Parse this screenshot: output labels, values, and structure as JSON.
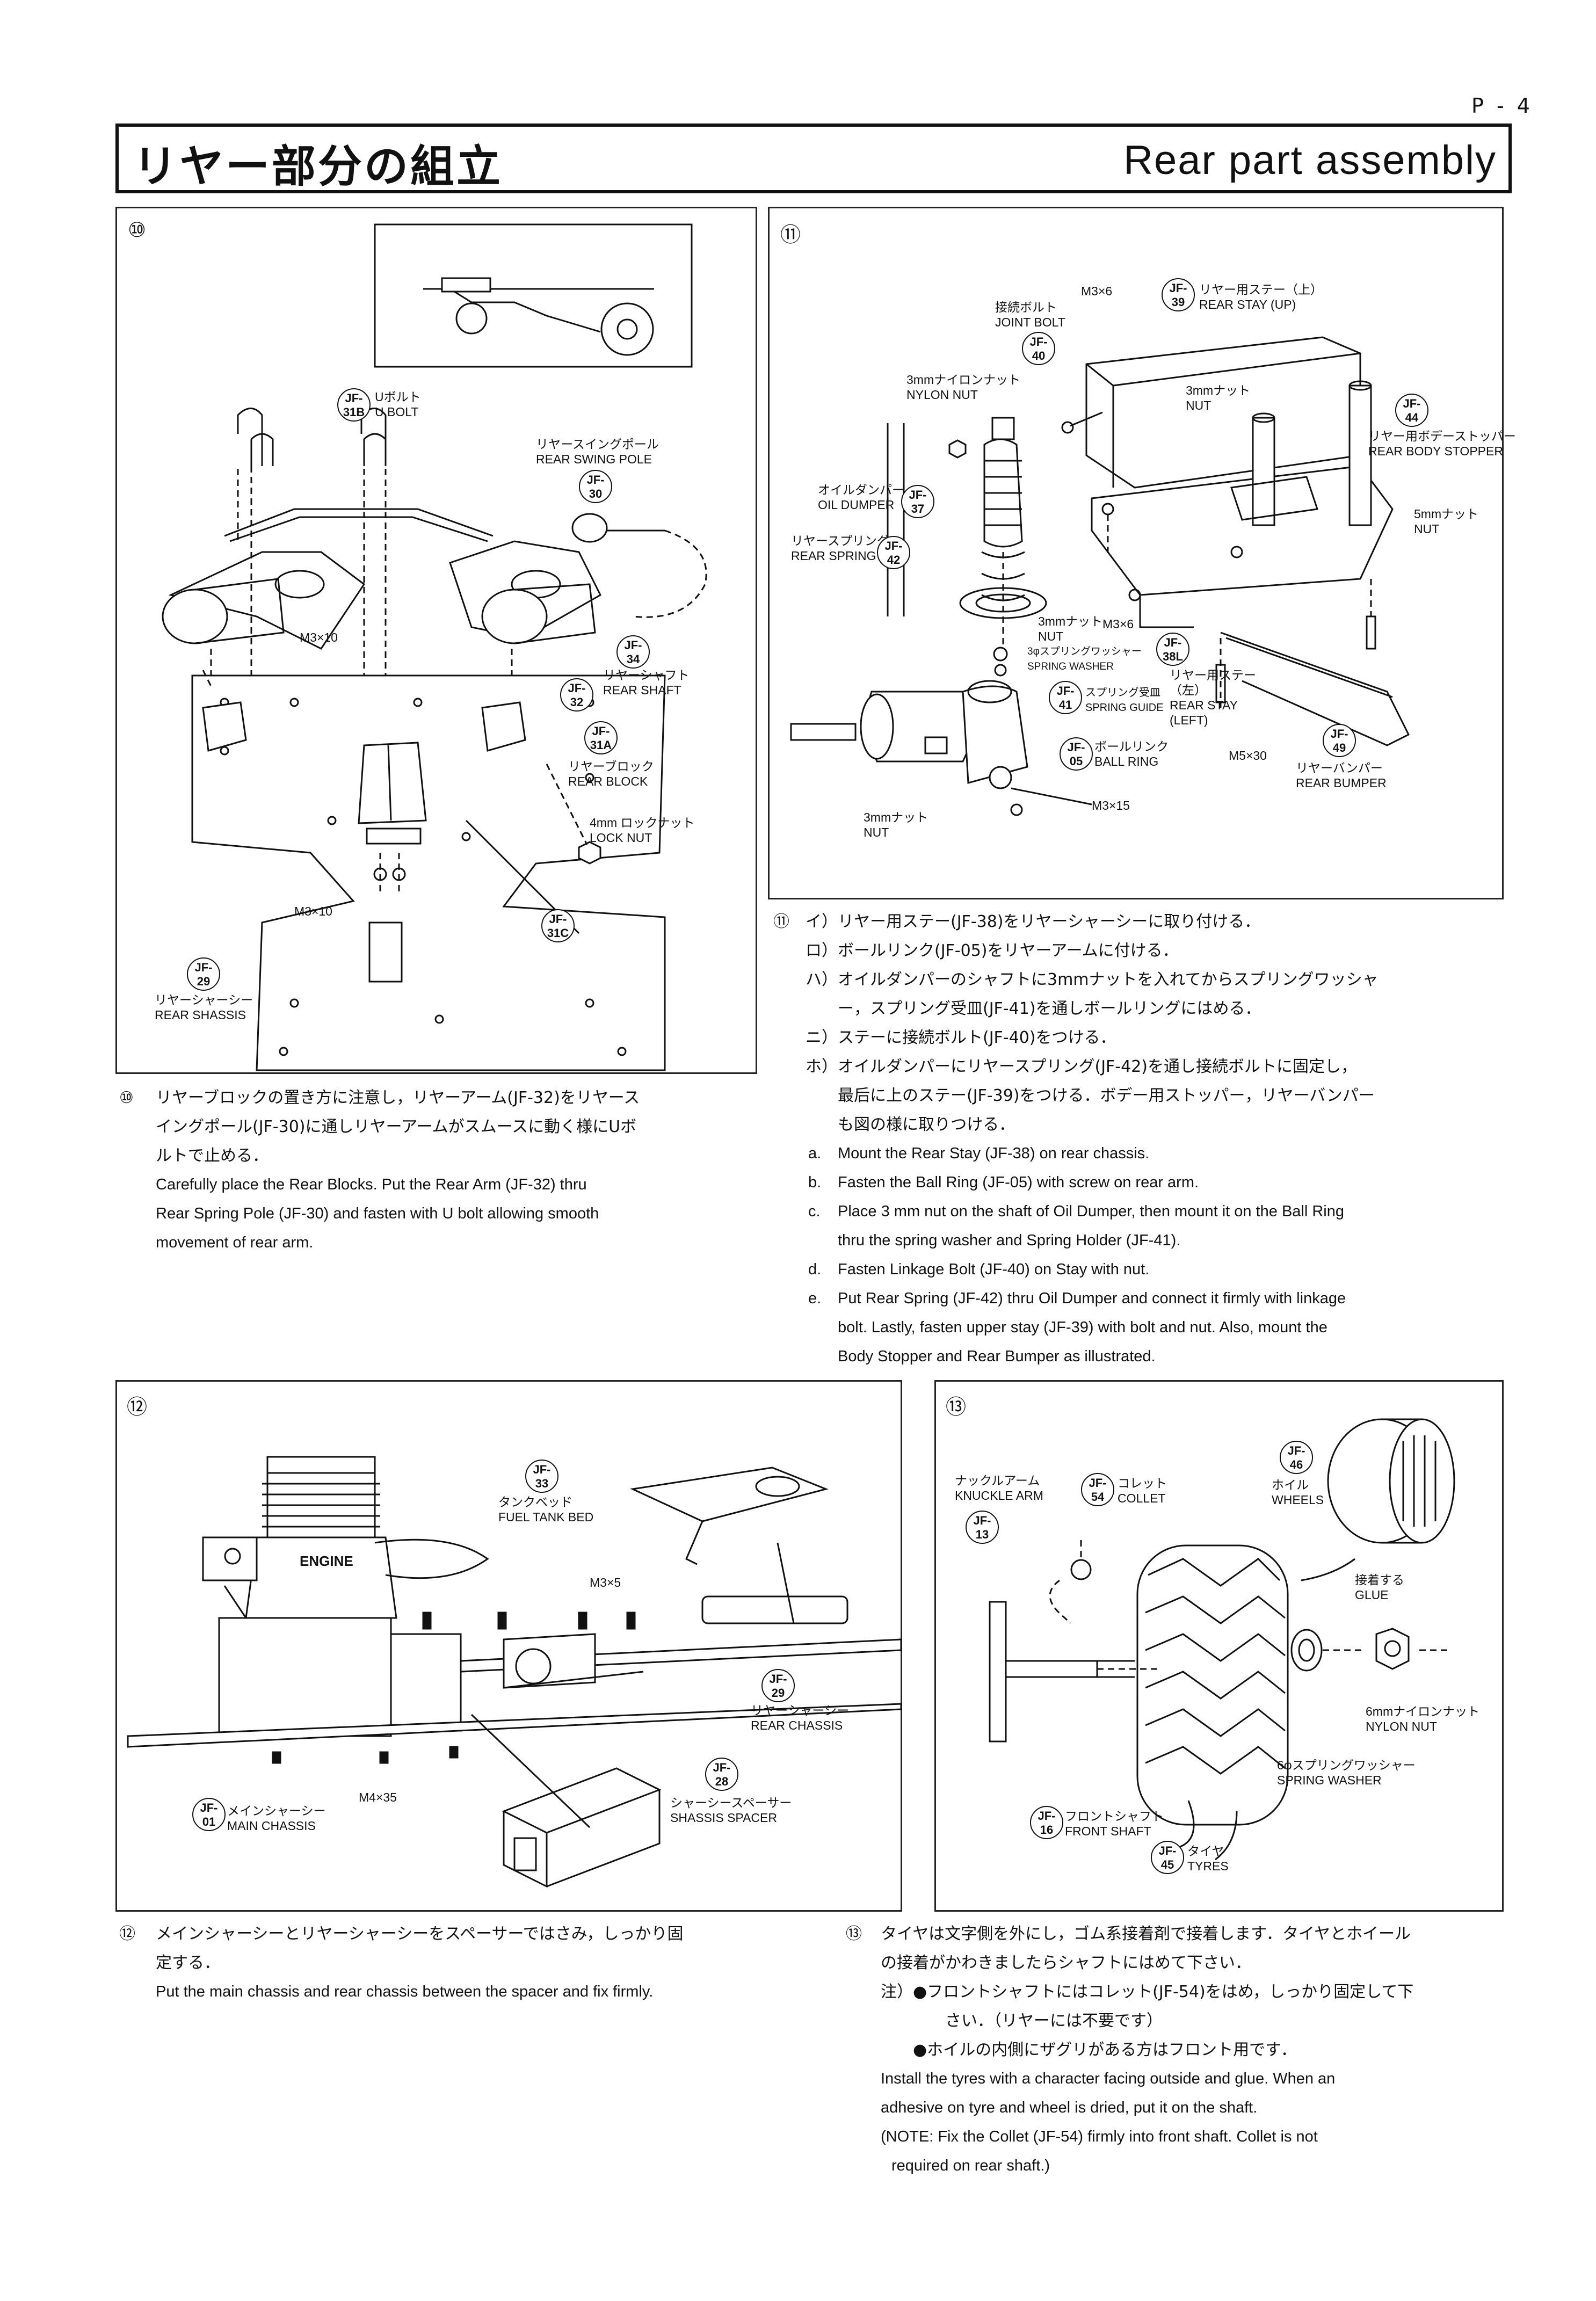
{
  "page_number": "P - 4",
  "title_jp": "リヤー部分の組立",
  "title_en": "Rear part assembly",
  "steps": {
    "s10": {
      "num": "⑩",
      "labels": {
        "ubolt_jp": "Uボルト",
        "ubolt_en": "U BOLT",
        "swing_jp": "リヤースイングポール",
        "swing_en": "REAR SWING POLE",
        "m3x10a": "M3×10",
        "shaft_jp": "リヤーシャフト",
        "shaft_en": "REAR SHAFT",
        "block_jp": "リヤーブロック",
        "block_en": "REAR BLOCK",
        "lock_jp": "4mm ロックナット",
        "lock_en": "LOCK NUT",
        "m3x10b": "M3×10",
        "chassis_jp": "リヤーシャーシー",
        "chassis_en": "REAR SHASSIS"
      },
      "badges": {
        "b31b": "31B",
        "b30": "30",
        "b34": "34",
        "b32": "32",
        "b31a": "31A",
        "b31c": "31C",
        "b29": "29"
      },
      "text_jp": [
        "リヤーブロックの置き方に注意し，リヤーアーム(JF-32)をリヤース",
        "イングポール(JF-30)に通しリヤーアームがスムースに動く様にUボ",
        "ルトで止める．"
      ],
      "text_en": [
        "Carefully place the Rear Blocks.  Put the Rear Arm (JF-32) thru",
        "Rear Spring Pole (JF-30) and fasten with U bolt allowing smooth",
        "movement of rear arm."
      ]
    },
    "s11": {
      "num": "⑪",
      "labels": {
        "m3x6a": "M3×6",
        "stayup_jp": "リヤー用ステー（上）",
        "stayup_en": "REAR STAY (UP)",
        "joint_jp": "接続ボルト",
        "joint_en": "JOINT BOLT",
        "nylon_jp": "3mmナイロンナット",
        "nylon_en": "NYLON NUT",
        "nut3_jp": "3mmナット",
        "nut3_en": "NUT",
        "stopper_jp": "リヤー用ボデーストッパー",
        "stopper_en": "REAR BODY STOPPER",
        "damper_jp": "オイルダンパー",
        "damper_en": "OIL DUMPER",
        "nut5_jp": "5mmナット",
        "nut5_en": "NUT",
        "spring_jp": "リヤースプリング",
        "spring_en": "REAR SPRING",
        "nut3b_jp": "3mmナット",
        "nut3b_en": "NUT",
        "m3x6b": "M3×6",
        "washer_jp": "3φスプリングワッシャー",
        "washer_en": "SPRING WASHER",
        "stayl_jp": "リヤー用ステー",
        "stayl_jp2": "（左）",
        "stayl_en": "REAR STAY",
        "stayl_en2": "(LEFT)",
        "guide_jp": "スプリング受皿",
        "guide_en": "SPRING GUIDE",
        "ball_jp": "ボールリンク",
        "ball_en": "BALL RING",
        "m5x30": "M5×30",
        "bumper_jp": "リヤーバンパー",
        "bumper_en": "REAR BUMPER",
        "m3x15": "M3×15",
        "nut3c_jp": "3mmナット",
        "nut3c_en": "NUT"
      },
      "badges": {
        "b39": "39",
        "b40": "40",
        "b44": "44",
        "b37": "37",
        "b42": "42",
        "b38l": "38L",
        "b41": "41",
        "b05": "05",
        "b49": "49"
      },
      "text_jp": [
        "イ）リヤー用ステー(JF-38)をリヤーシャーシーに取り付ける．",
        "ロ）ボールリンク(JF-05)をリヤーアームに付ける．",
        "ハ）オイルダンパーのシャフトに3mmナットを入れてからスプリングワッシャ",
        "ー，スプリング受皿(JF-41)を通しボールリングにはめる．",
        "ニ）ステーに接続ボルト(JF-40)をつける．",
        "ホ）オイルダンパーにリヤースプリング(JF-42)を通し接続ボルトに固定し，",
        "最后に上のステー(JF-39)をつける．ボデー用ストッパー，リヤーバンパー",
        "も図の様に取りつける．"
      ],
      "text_en": [
        "Mount the Rear Stay (JF-38) on rear chassis.",
        "Fasten the Ball Ring (JF-05) with screw on rear arm.",
        "Place 3 mm nut on the shaft of Oil Dumper, then mount it on the Ball Ring",
        "thru the spring washer and Spring Holder (JF-41).",
        "Fasten Linkage Bolt (JF-40) on Stay with nut.",
        "Put Rear Spring (JF-42) thru Oil Dumper and connect it firmly with linkage",
        "bolt.  Lastly, fasten upper stay (JF-39) with bolt and nut.  Also, mount the",
        "Body Stopper and Rear Bumper as illustrated."
      ],
      "en_markers": [
        "a.",
        "b.",
        "c.",
        "d.",
        "e."
      ]
    },
    "s12": {
      "num": "⑫",
      "labels": {
        "tank_jp": "タンクベッド",
        "tank_en": "FUEL TANK BED",
        "m3x5": "M3×5",
        "engine": "ENGINE",
        "rear_jp": "リヤーシャーシー",
        "rear_en": "REAR CHASSIS",
        "main_jp": "メインシャーシー",
        "main_en": "MAIN CHASSIS",
        "m4x35": "M4×35",
        "spacer_jp": "シャーシースペーサー",
        "spacer_en": "SHASSIS SPACER"
      },
      "badges": {
        "b33": "33",
        "b29": "29",
        "b28": "28",
        "b01": "01"
      },
      "text_jp": [
        "メインシャーシーとリヤーシャーシーをスペーサーではさみ，しっかり固",
        "定する．"
      ],
      "text_en": [
        "Put the main chassis and rear chassis between the spacer and fix firmly."
      ]
    },
    "s13": {
      "num": "⑬",
      "labels": {
        "wheels_jp": "ホイル",
        "wheels_en": "WHEELS",
        "knuckle_jp": "ナックルアーム",
        "knuckle_en": "KNUCKLE ARM",
        "collet_jp": "コレット",
        "collet_en": "COLLET",
        "glue_jp": "接着する",
        "glue_en": "GLUE",
        "nylon_jp": "6mmナイロンナット",
        "nylon_en": "NYLON NUT",
        "washer_jp": "6φスプリングワッシャー",
        "washer_en": "SPRING WASHER",
        "front_jp": "フロントシャフト",
        "front_en": "FRONT SHAFT",
        "tyres_jp": "タイヤ",
        "tyres_en": "TYRES"
      },
      "badges": {
        "b46": "46",
        "b54": "54",
        "b13": "13",
        "b16": "16",
        "b45": "45"
      },
      "text_jp": [
        "タイヤは文字側を外にし，ゴム系接着剤で接着します．タイヤとホイール",
        "の接着がかわきましたらシャフトにはめて下さい．",
        "注）●フロントシャフトにはコレット(JF-54)をはめ，しっかり固定して下",
        "さい．（リヤーには不要です）",
        "●ホイルの内側にザグリがある方はフロント用です．"
      ],
      "text_en": [
        "Install the tyres with a character facing outside and glue.  When an",
        "adhesive on tyre and wheel is dried, put it on the shaft.",
        "(NOTE: Fix the Collet (JF-54) firmly into front shaft.  Collet is not",
        "required on rear shaft.)"
      ]
    }
  },
  "badge_prefix": "JF-"
}
